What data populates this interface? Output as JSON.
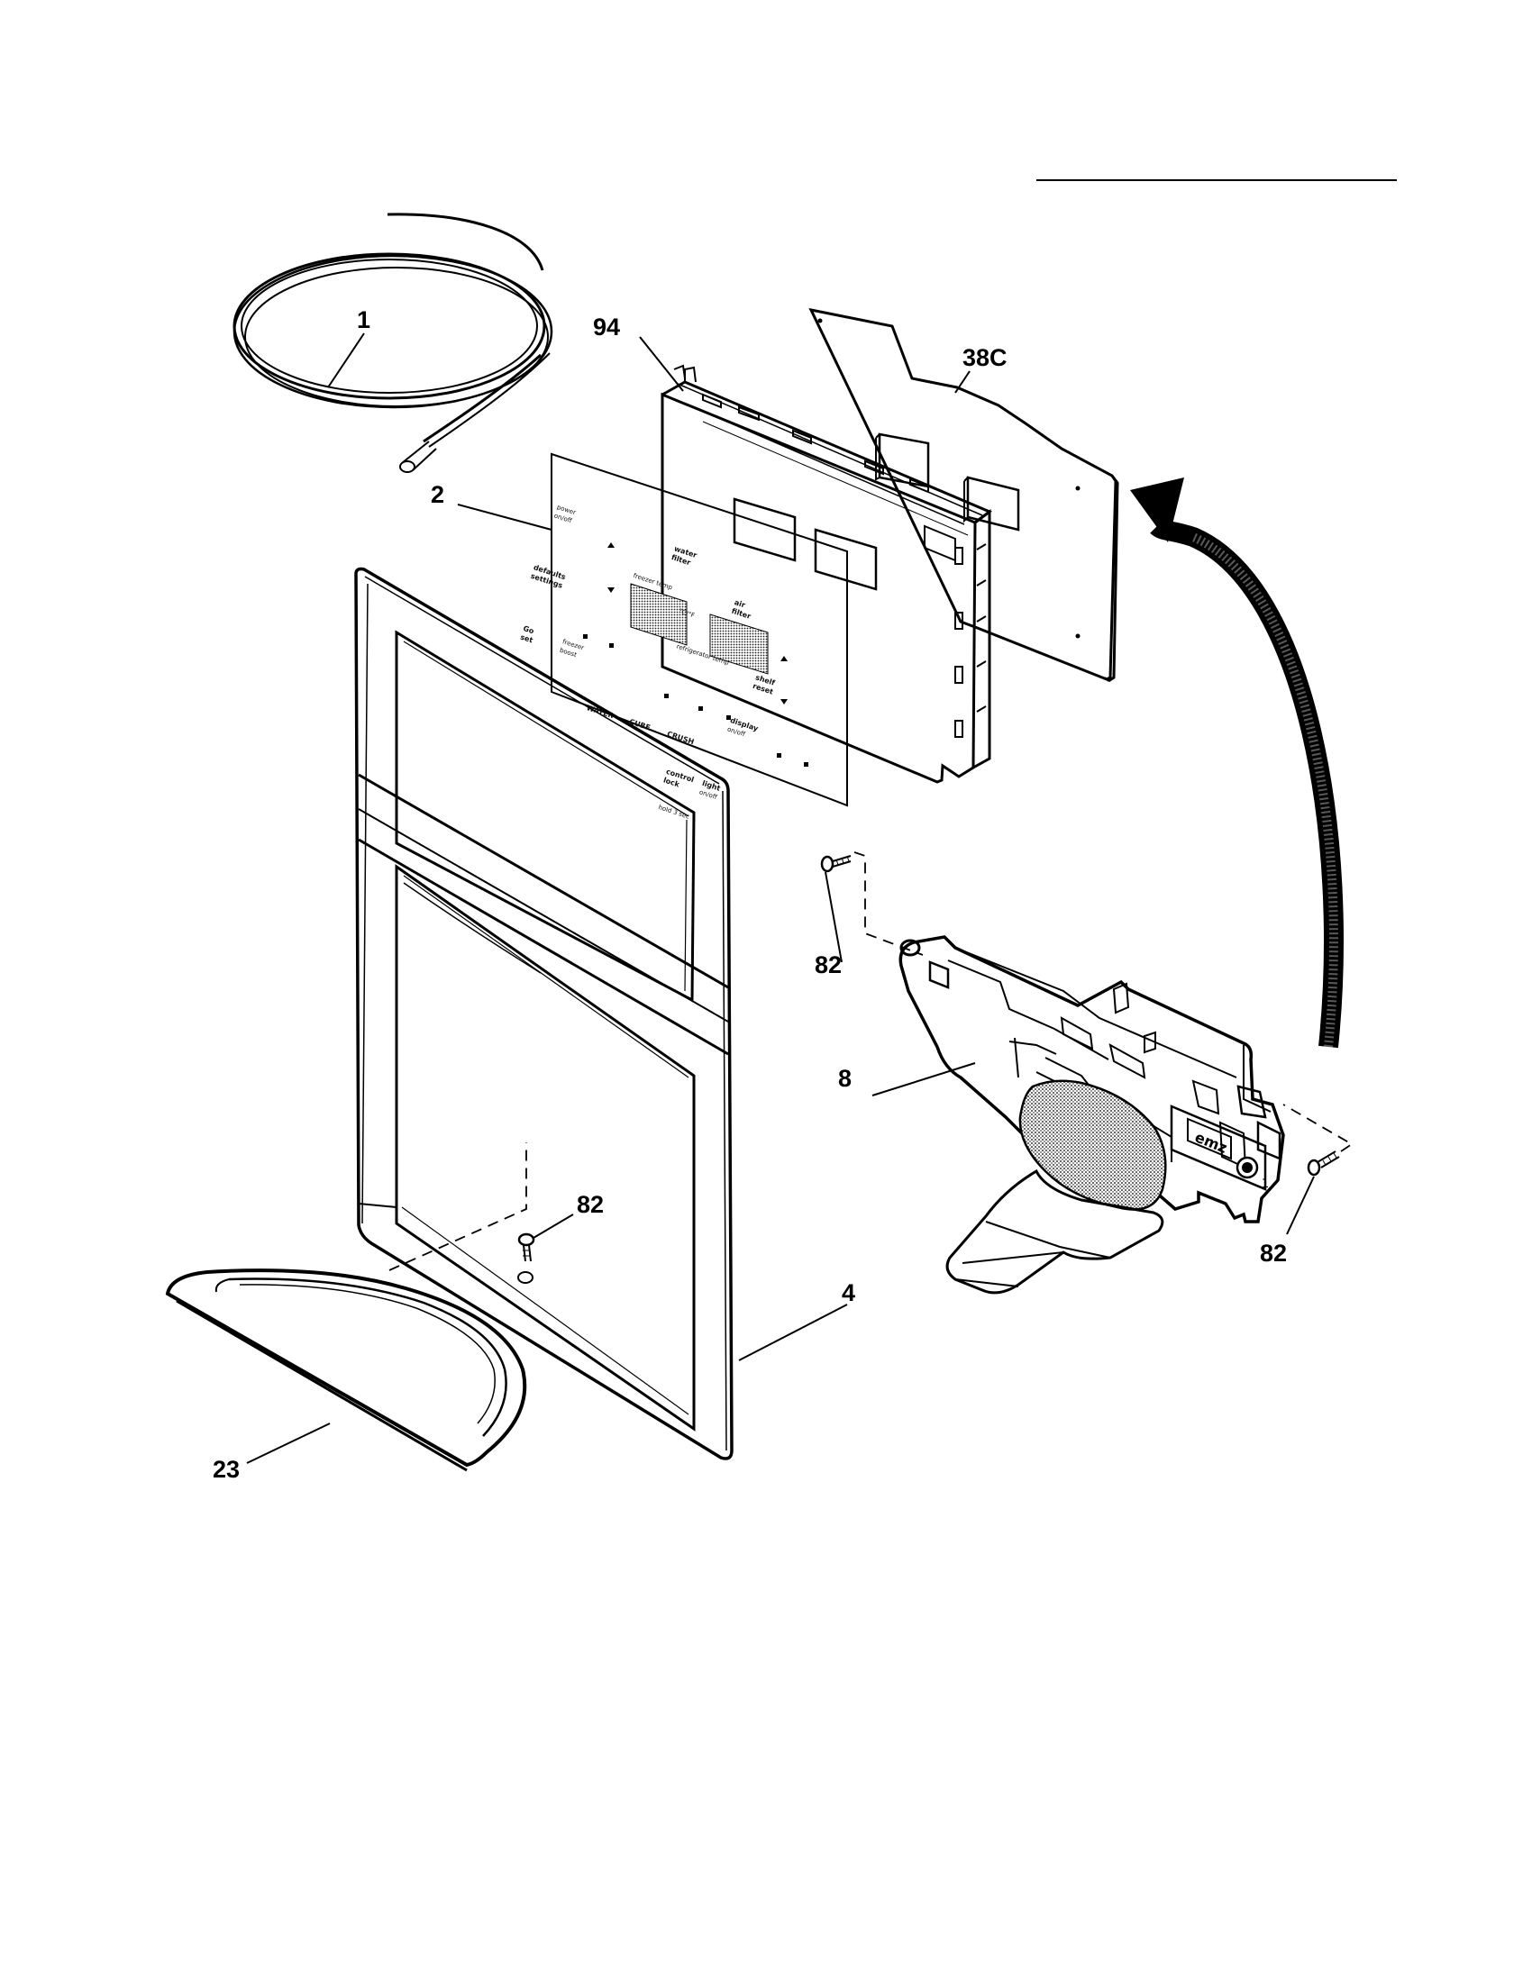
{
  "diagram": {
    "callouts": {
      "tubing": "1",
      "overlay": "2",
      "housing": "4",
      "actuator": "8",
      "drip_tray": "23",
      "board": "38C",
      "control_module": "94",
      "screw_upper": "82",
      "screw_lower": "82",
      "screw_right": "82"
    },
    "overlay_text": {
      "power_off": "power",
      "power_sub": "on/off",
      "defaults_a": "defaults",
      "defaults_b": "settings",
      "water_filter_a": "water",
      "water_filter_b": "filter",
      "freezer_temp": "freezer temp",
      "fahr_cels": "°C/°F",
      "air_filter_a": "air",
      "air_filter_b": "filter",
      "go": "Go",
      "go_sub": "set",
      "freezer_boost": "freezer",
      "freezer_boost_sub": "boost",
      "fridge_temp": "refrigerator temp",
      "shelf": "shelf",
      "shelf_sub": "reset",
      "water": "WATER",
      "cube": "CUBE",
      "crush": "CRUSH",
      "display": "display",
      "display_sub": "on/off",
      "control_lock_a": "control",
      "control_lock_b": "lock",
      "light": "light",
      "light_sub": "on/off",
      "hold_3sec": "hold 3 sec"
    },
    "actuator_badge": "emz"
  }
}
